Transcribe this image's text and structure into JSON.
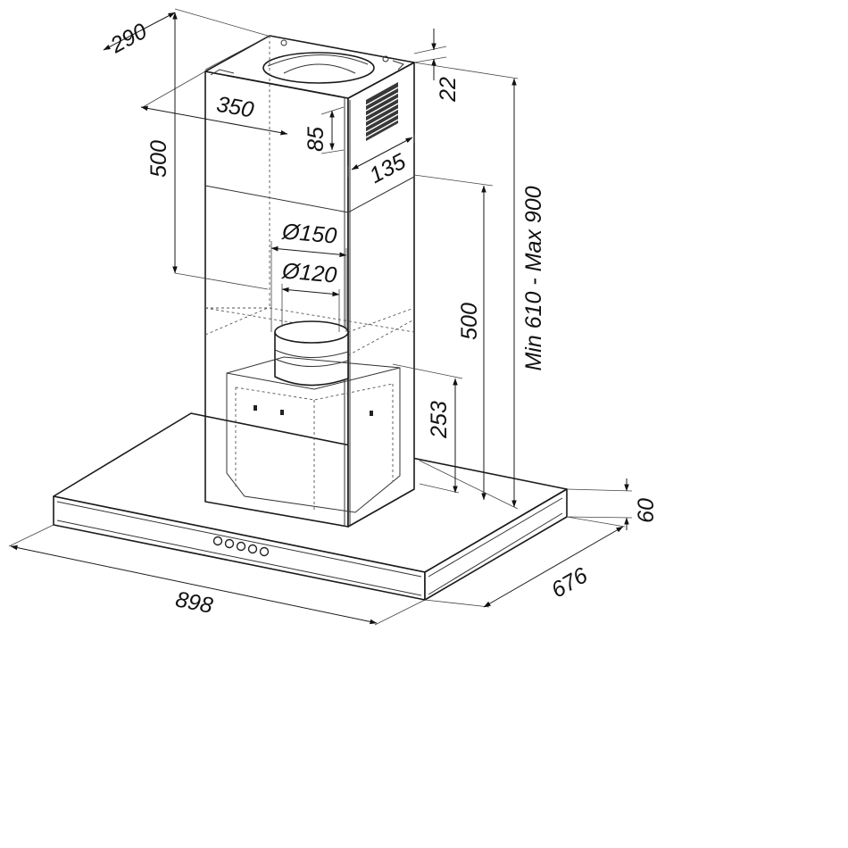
{
  "dimensions": {
    "chimney_depth": "290",
    "chimney_width": "350",
    "chimney_height": "500",
    "top_offset": "22",
    "vent_height": "85",
    "vent_width": "135",
    "duct_outer_diameter": "Ø150",
    "duct_inner_diameter": "Ø120",
    "lower_chimney_height": "500",
    "motor_height": "253",
    "total_height": "Min 610 - Max 900",
    "canopy_thickness": "60",
    "canopy_depth": "676",
    "canopy_width": "898"
  },
  "icons": {
    "arrow": "filled-triangle-arrowhead",
    "control_buttons": "round-push-button"
  },
  "colors": {
    "line": "#1a1a1a",
    "background": "#ffffff"
  }
}
